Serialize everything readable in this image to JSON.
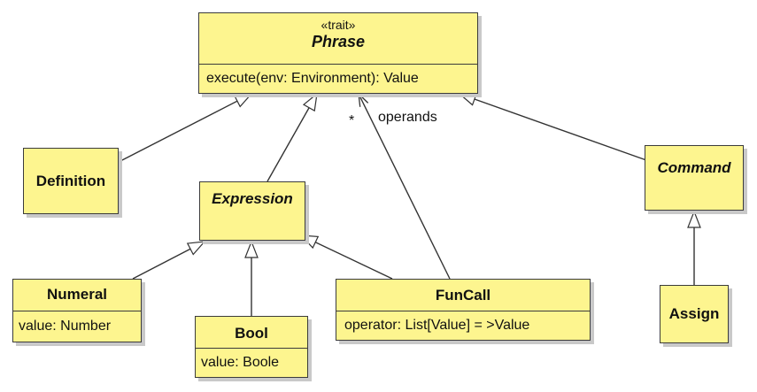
{
  "classes": {
    "phrase": {
      "stereotype": "«trait»",
      "name": "Phrase",
      "operation": "execute(env: Environment): Value"
    },
    "definition": {
      "name": "Definition"
    },
    "expression": {
      "name": "Expression"
    },
    "command": {
      "name": "Command"
    },
    "numeral": {
      "name": "Numeral",
      "attribute": "value: Number"
    },
    "bool": {
      "name": "Bool",
      "attribute": "value: Boole"
    },
    "funcall": {
      "name": "FunCall",
      "attribute": "operator: List[Value] = >Value"
    },
    "assign": {
      "name": "Assign"
    }
  },
  "association": {
    "role": "operands",
    "multiplicity": "*"
  },
  "colors": {
    "box_fill": "#fdf58f",
    "border": "#3b3b3b",
    "shadow": "#c9c9c9"
  }
}
